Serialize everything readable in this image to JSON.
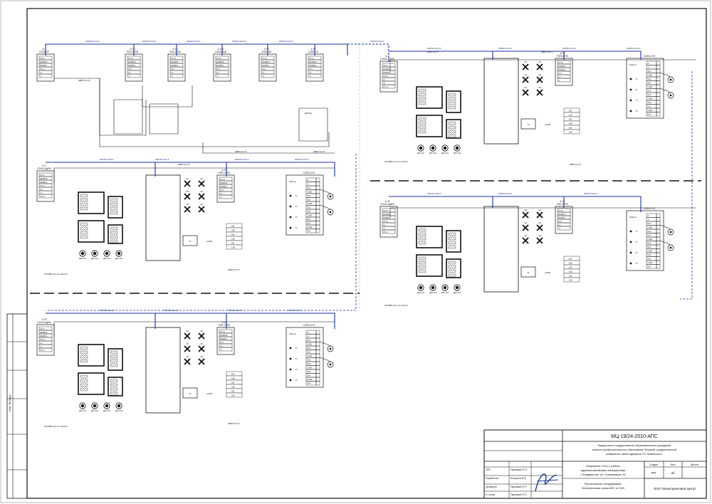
{
  "drawing": {
    "code": "МЦ-19/24-2010-АПС",
    "org_lines": [
      "Федеральное государственное образовательное учреждение",
      "высшего профессионального образования \"Морской государственный",
      "университет имени адмирала Г.И. Невельского\""
    ],
    "object_lines": [
      "Общежитие С310 с учебно-",
      "административными помещениями",
      "г. Владивосток, ул. Станюковича, 62"
    ],
    "sheet_title_lines": [
      "Расположение оборудования.",
      "Электрическая схема АПС в С310"
    ],
    "stage_header": "Стадия",
    "sheet_header": "Лист",
    "sheets_header": "Листов",
    "stage": "РП",
    "sheet": "4б",
    "company": "ООО \"Мониторинговый Центр\"",
    "signers": [
      {
        "role": "ГИП",
        "name": "Гарюшкин Е.П."
      },
      {
        "role": "Разработал",
        "name": "Белоусов В.А."
      },
      {
        "role": "Проверил",
        "name": "Гарюшкин Е.П."
      },
      {
        "role": "Н. контр.",
        "name": "Гарюшкин Е.П."
      }
    ],
    "side_stamp": "Инв. № подл."
  },
  "modules": [
    {
      "id": "A1",
      "name": "А 1",
      "type": "С2000ПП",
      "ports": [
        "XT2.1",
        "RS485 B",
        "RS485 A",
        "XT1.1",
        "+U",
        "-U"
      ]
    },
    {
      "id": "A10",
      "name": "А 10",
      "type": "РИП-12RS",
      "ports": [
        "XT1.2",
        "RS485 B",
        "RS485 A",
        "XT1",
        "+U",
        "-U"
      ]
    },
    {
      "id": "A16",
      "name": "А 16",
      "type": "РИП-12RS",
      "ports": [
        "XT1.2",
        "RS485 B",
        "RS485 A",
        "XT1",
        "+U",
        "-U"
      ]
    },
    {
      "id": "A100",
      "name": "А 100",
      "type": "С2000-БКИ",
      "ports": [
        "XT1.2",
        "RS485 B",
        "RS485 A",
        "XT1",
        "+U",
        "-U"
      ]
    },
    {
      "id": "A15",
      "name": "А 15",
      "type": "С2000-КИ",
      "ports": [
        "XT1.2",
        "RS485 B",
        "RS485 A",
        "XT1",
        "+U",
        "-U"
      ]
    },
    {
      "id": "A18",
      "name": "А 18",
      "type": "С2000-ИТ",
      "ports": [
        "XT1.2",
        "RS485 B",
        "RS485 A",
        "XT1",
        "+U",
        "-U"
      ]
    },
    {
      "id": "A2",
      "name": "А 2",
      "type": "С2000-АДЕМ",
      "ports": [
        "XT2.1",
        "RS485 B",
        "RS485 A",
        "XT1.1",
        "+U",
        "-U",
        "XT1.1"
      ]
    },
    {
      "id": "A3",
      "name": "А 3",
      "type": "С2000-АДЕМ",
      "ports": [
        "XT2.1",
        "RS485 B",
        "RS485 A",
        "XT1.1",
        "+U",
        "-U",
        "XT1.1"
      ]
    },
    {
      "id": "A21",
      "name": "А 21",
      "type": "С2000-АДЕМ",
      "ports": [
        "XT2.1",
        "RS485 B",
        "RS485 A",
        "XT1.1",
        "+U",
        "-U",
        "XT1.1"
      ]
    },
    {
      "id": "A20",
      "name": "А 20",
      "type": "С2000-АДЕМ",
      "ports": [
        "XT2.1",
        "RS485 B",
        "RS485 A",
        "XT1.1",
        "+U",
        "-U",
        "XT1.1"
      ]
    }
  ],
  "cables": [
    "КПСВВнг(А)-LS 1х2х0,5",
    "КПСВВнг(А)-LS 1х2х0,5",
    "КПСВВнг(А)-LS 1х2х0,5",
    "КПСВВнг(А)-LS 1х2х0,5"
  ],
  "cable_labels": {
    "kpv": "КПВ-ВП 4х2х0,5",
    "shvvp": "ШВВП 2х0,75"
  },
  "relay": {
    "type": "С2000-СП1",
    "outputs": [
      "+U",
      "-U",
      "NC1",
      "COM1",
      "NO1",
      "NC2",
      "COM2",
      "NO2",
      "NC3",
      "COM3",
      "NO3",
      "NC4",
      "COM4",
      "NO4"
    ],
    "mode_label": "Работа",
    "groups": [
      "1",
      "2",
      "3",
      "4"
    ]
  },
  "power_label": "~220В",
  "detector_label": "ДИП-34А"
}
